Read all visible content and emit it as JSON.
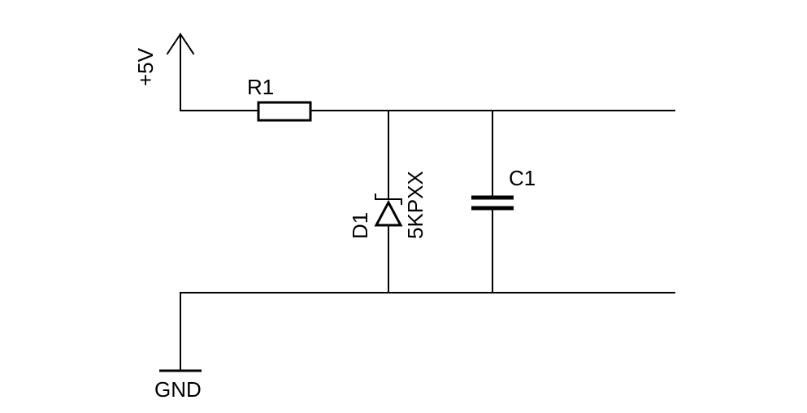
{
  "labels": {
    "supply": "+5V",
    "resistor": "R1",
    "capacitor": "C1",
    "diode_ref": "D1",
    "diode_value": "5KPXX",
    "ground": "GND"
  }
}
